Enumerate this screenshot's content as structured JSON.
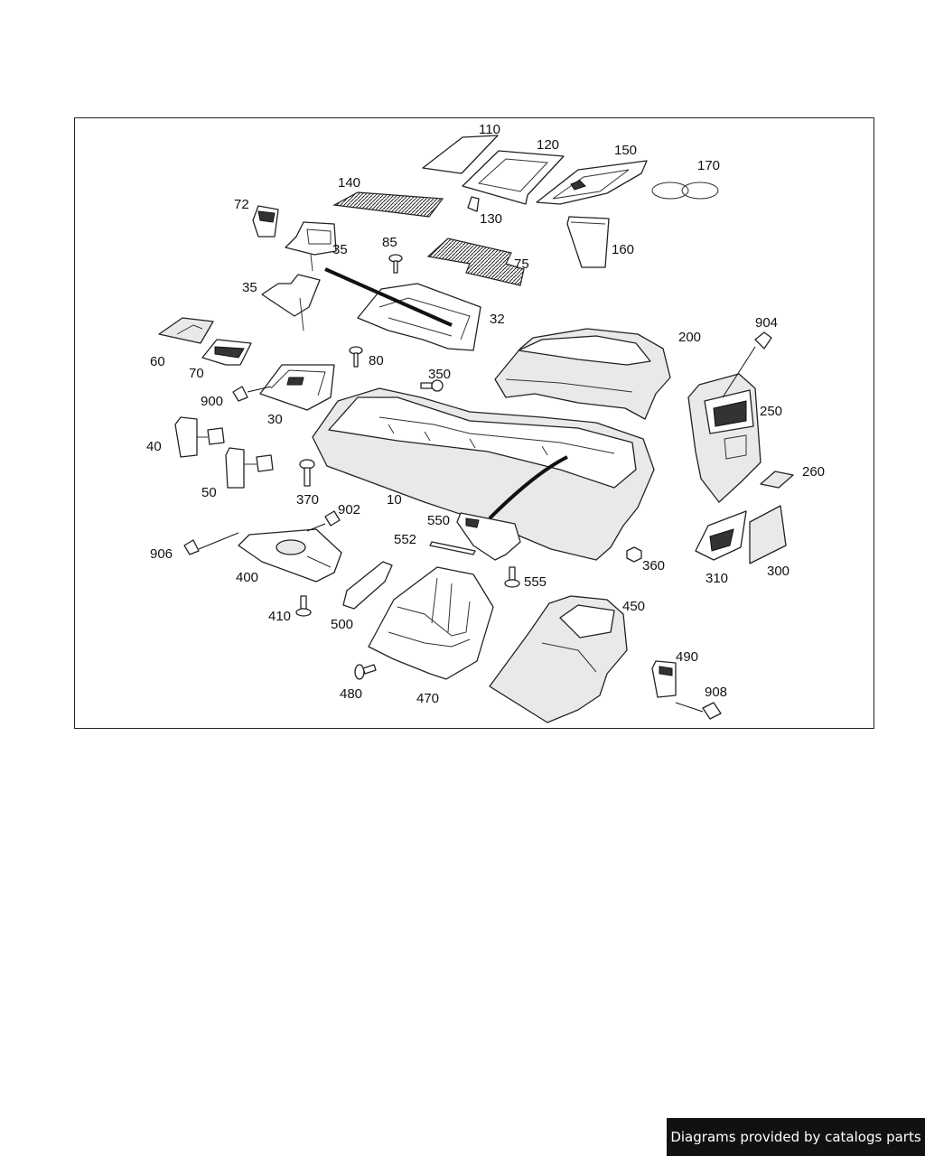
{
  "footer": {
    "credit": "Diagrams provided by catalogs parts"
  },
  "callouts": {
    "c110": "110",
    "c120": "120",
    "c150": "150",
    "c170": "170",
    "c140": "140",
    "c72": "72",
    "c130": "130",
    "c35a": "35",
    "c85": "85",
    "c75": "75",
    "c160": "160",
    "c35b": "35",
    "c32": "32",
    "c904": "904",
    "c200": "200",
    "c60": "60",
    "c70": "70",
    "c80": "80",
    "c350": "350",
    "c900": "900",
    "c30": "30",
    "c250": "250",
    "c40": "40",
    "c260": "260",
    "c50": "50",
    "c370": "370",
    "c10": "10",
    "c902": "902",
    "c550": "550",
    "c552": "552",
    "c906": "906",
    "c360": "360",
    "c310": "310",
    "c300": "300",
    "c400": "400",
    "c555": "555",
    "c410": "410",
    "c500": "500",
    "c450": "450",
    "c490": "490",
    "c908": "908",
    "c480": "480",
    "c470": "470"
  }
}
